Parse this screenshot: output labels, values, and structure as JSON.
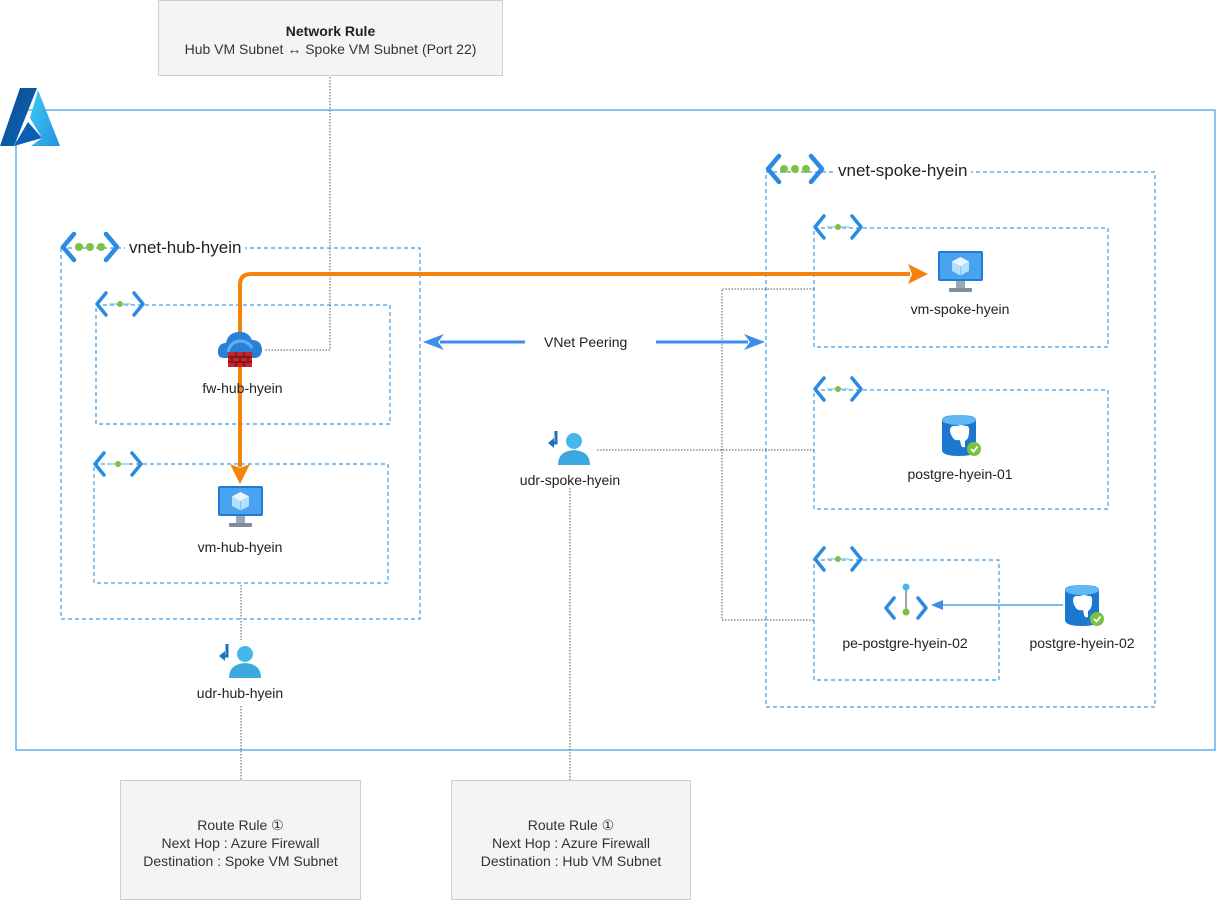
{
  "colors": {
    "azure_border": "#3c9ee6",
    "dashed_blue": "#3c9ee6",
    "flow_orange": "#f5820e",
    "peering_blue": "#3c8eea",
    "connector_gray": "#555555",
    "note_bg": "#f4f4f4"
  },
  "network_rule": {
    "title": "Network Rule",
    "detail": "Hub VM Subnet ↔ Spoke VM Subnet (Port 22)"
  },
  "hub_vnet": {
    "title": "vnet-hub-hyein",
    "icon": "vnet-icon",
    "firewall": {
      "label": "fw-hub-hyein",
      "icon": "firewall-icon"
    },
    "vm": {
      "label": "vm-hub-hyein",
      "icon": "virtual-machine-icon"
    },
    "udr": {
      "label": "udr-hub-hyein",
      "icon": "route-table-icon"
    }
  },
  "spoke_vnet": {
    "title": "vnet-spoke-hyein",
    "icon": "vnet-icon",
    "vm": {
      "label": "vm-spoke-hyein",
      "icon": "virtual-machine-icon"
    },
    "postgres_01": {
      "label": "postgre-hyein-01",
      "icon": "postgresql-icon"
    },
    "private_endpoint": {
      "label": "pe-postgre-hyein-02",
      "icon": "private-endpoint-icon"
    },
    "postgres_02": {
      "label": "postgre-hyein-02",
      "icon": "postgresql-icon"
    }
  },
  "udr_spoke": {
    "label": "udr-spoke-hyein",
    "icon": "route-table-icon"
  },
  "peering": {
    "label": "VNet Peering"
  },
  "route_rule_hub": {
    "title": "Route Rule ①",
    "line1": "Next Hop : Azure Firewall",
    "line2": "Destination : Spoke VM Subnet"
  },
  "route_rule_spoke": {
    "title": "Route Rule ①",
    "line1": "Next Hop : Azure Firewall",
    "line2": "Destination : Hub VM Subnet"
  }
}
